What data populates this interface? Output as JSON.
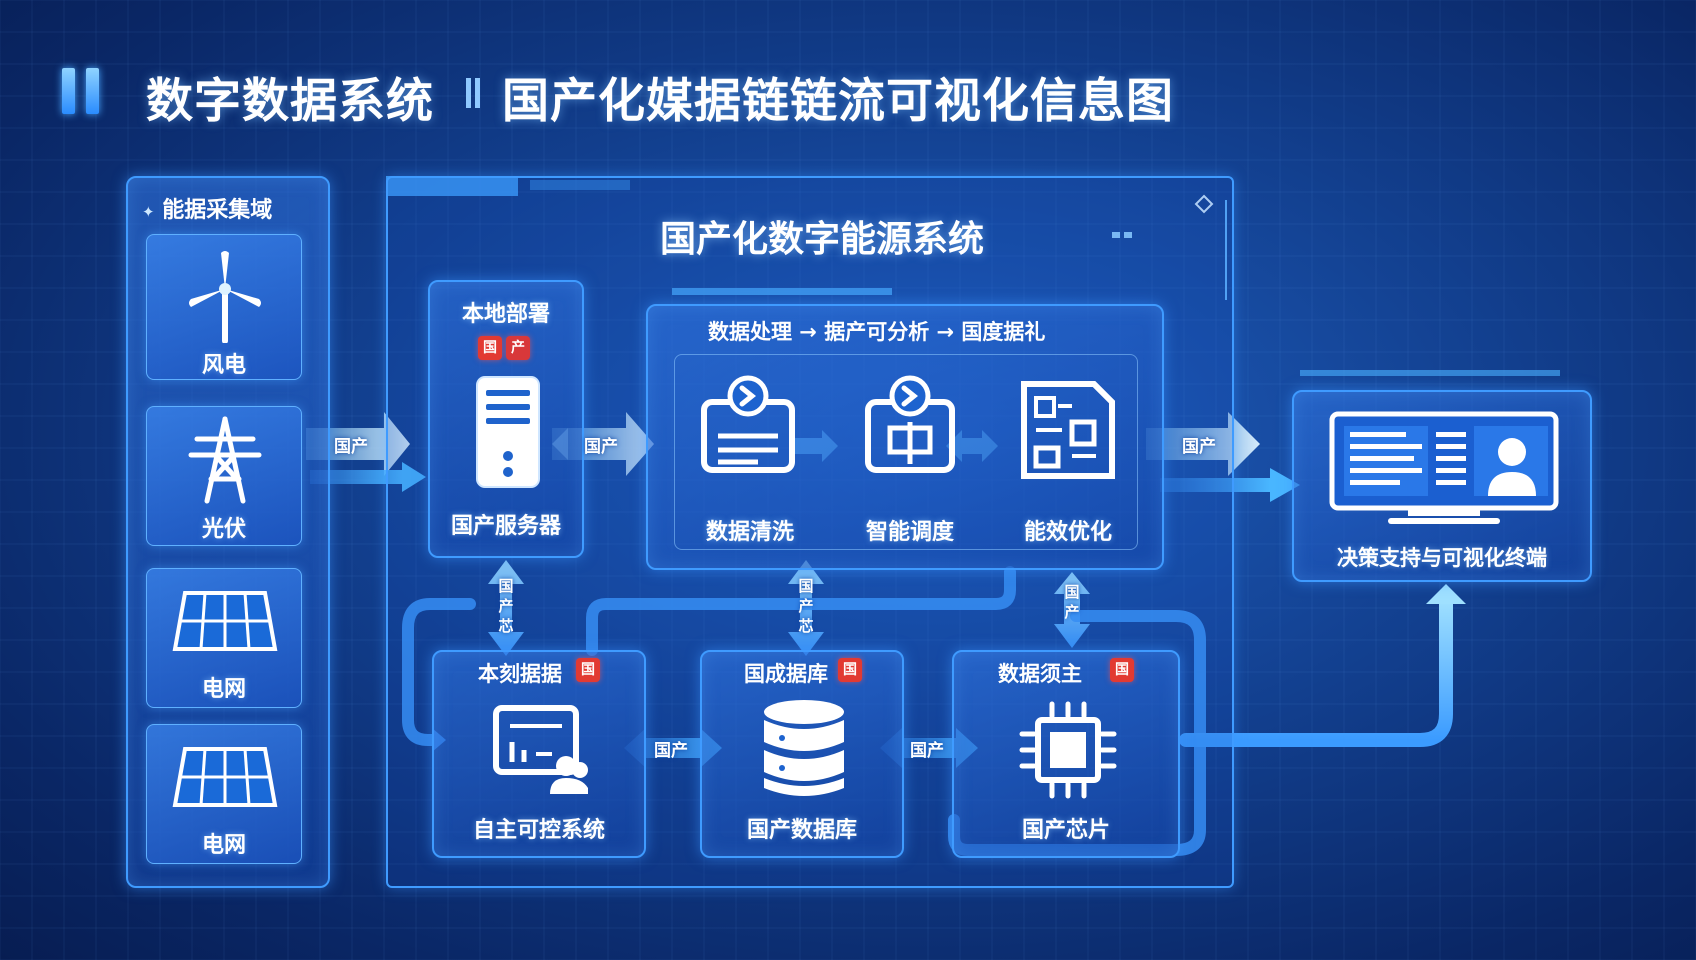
{
  "title": {
    "left": "数字数据系统",
    "right": "国产化媒据链链流可视化信息图"
  },
  "collection": {
    "title": "能据采集域",
    "items": [
      {
        "label": "风电",
        "icon": "wind-turbine-icon"
      },
      {
        "label": "光伏",
        "icon": "power-tower-icon"
      },
      {
        "label": "电网",
        "icon": "solar-panel-icon"
      },
      {
        "label": "电网",
        "icon": "solar-panel-icon"
      }
    ]
  },
  "system": {
    "title": "国产化数字能源系统"
  },
  "server": {
    "heading": "本地部署",
    "badges": [
      "国",
      "产"
    ],
    "label": "国产服务器",
    "icon": "server-icon"
  },
  "process": {
    "header": "数据处理 → 据产可分析 → 国度据礼",
    "steps": [
      {
        "label": "数据清洗",
        "icon": "data-cleaning-icon"
      },
      {
        "label": "智能调度",
        "icon": "smart-dispatch-icon"
      },
      {
        "label": "能效优化",
        "icon": "efficiency-icon"
      }
    ]
  },
  "decision": {
    "label": "决策支持与可视化终端",
    "icon": "monitor-icon"
  },
  "bottom": [
    {
      "heading": "本刻据据",
      "badge": "国",
      "label": "自主可控系统",
      "icon": "control-system-icon"
    },
    {
      "heading": "国成据库",
      "badge": "国",
      "label": "国产数据库",
      "icon": "database-icon"
    },
    {
      "heading": "数据须主",
      "badge": "国",
      "label": "国产芯片",
      "icon": "chip-icon"
    }
  ],
  "arrows": {
    "collect_to_server": "国产",
    "server_to_process": "国产",
    "process_to_decision": "国产",
    "bottom_a": "国产",
    "bottom_b": "国产",
    "v_server": "国产芯",
    "v_db": "国产芯",
    "v_chip": "国产"
  },
  "colors": {
    "accent": "#3f9bff",
    "badge": "#e23a32",
    "background": "#123f8e"
  }
}
